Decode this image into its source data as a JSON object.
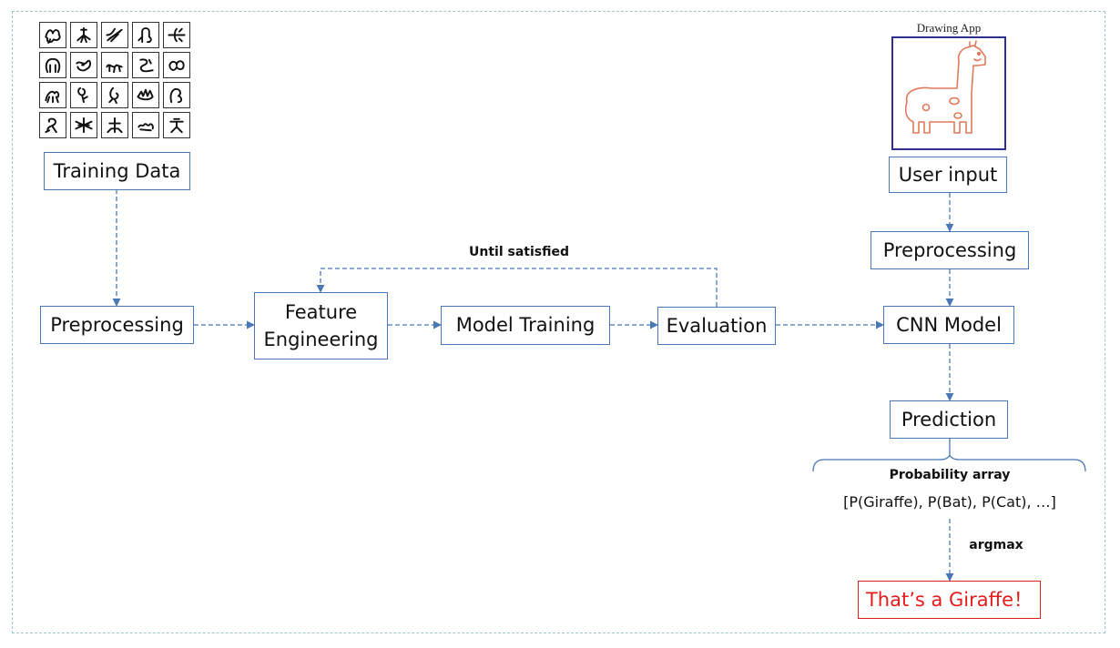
{
  "training": {
    "label": "Training Data",
    "sketch_icons": [
      "sketch-icon",
      "sketch-icon",
      "sketch-icon",
      "sketch-icon",
      "sketch-icon",
      "sketch-icon",
      "sketch-icon",
      "sketch-icon",
      "sketch-icon",
      "sketch-icon",
      "sketch-icon",
      "sketch-icon",
      "sketch-icon",
      "sketch-icon",
      "sketch-icon",
      "sketch-icon",
      "sketch-icon",
      "sketch-icon",
      "sketch-icon",
      "sketch-icon"
    ]
  },
  "pipeline": {
    "preprocessing": "Preprocessing",
    "feature_line1": "Feature",
    "feature_line2": "Engineering",
    "model_training": "Model Training",
    "evaluation": "Evaluation",
    "loop_label": "Until satisfied"
  },
  "app": {
    "title": "Drawing App",
    "drawing_icon": "giraffe-drawing-icon",
    "stroke_color": "#e0795c",
    "user_input": "User input",
    "preprocessing": "Preprocessing",
    "cnn_model": "CNN Model",
    "prediction": "Prediction",
    "prob_title": "Probability array",
    "prob_values": "[P(Giraffe), P(Bat), P(Cat), …]",
    "argmax": "argmax",
    "result": "That’s a Giraffe！"
  },
  "colors": {
    "box_border": "#4a78b4",
    "arrow": "#4a78b4",
    "frame": "#9fc7c9",
    "result_text": "#e31c1c",
    "result_border": "#e02020",
    "app_frame": "#2e2f8f"
  }
}
